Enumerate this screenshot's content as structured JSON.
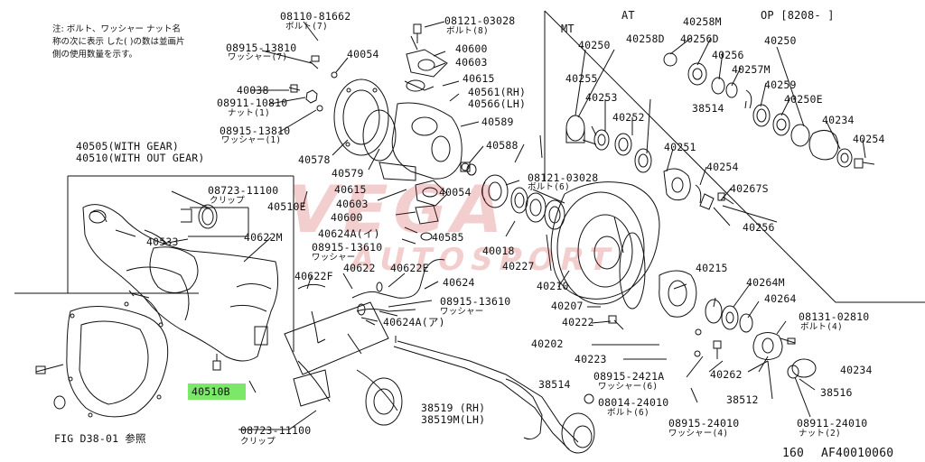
{
  "diagram": {
    "notice": "注: ボルト、ワッシャー ナット名称の次に表示 した( )の数は並画片 側の使用数量を示す。",
    "legend_at": "AT",
    "legend_mt": "MT",
    "legend_op": "OP [8208-    ]",
    "fig_ref": "FIG D38-01 参照",
    "page_number": "160",
    "drawing_code": "AF40010060",
    "highlight_color": "#7be86a",
    "watermark": {
      "line1": "VEGA",
      "line2": "AUTOSPORT"
    },
    "parts": [
      {
        "id": "p01",
        "text": "08110-81662"
      },
      {
        "id": "p02",
        "text": "ボルト(7)"
      },
      {
        "id": "p03",
        "text": "08121-03028"
      },
      {
        "id": "p04",
        "text": "ボルト(8)"
      },
      {
        "id": "p05",
        "text": "08915-13810"
      },
      {
        "id": "p06",
        "text": "ワッシャー(7)"
      },
      {
        "id": "p07",
        "text": "40054"
      },
      {
        "id": "p08",
        "text": "40600"
      },
      {
        "id": "p09",
        "text": "40603"
      },
      {
        "id": "p10",
        "text": "40615"
      },
      {
        "id": "p11",
        "text": "40038"
      },
      {
        "id": "p12",
        "text": "40561(RH)"
      },
      {
        "id": "p13",
        "text": "40566(LH)"
      },
      {
        "id": "p14",
        "text": "08911-10810"
      },
      {
        "id": "p15",
        "text": "ナット(1)"
      },
      {
        "id": "p16",
        "text": "08915-13810"
      },
      {
        "id": "p17",
        "text": "ワッシャー(1)"
      },
      {
        "id": "p18",
        "text": "40589"
      },
      {
        "id": "p19",
        "text": "40588"
      },
      {
        "id": "p20",
        "text": "40578"
      },
      {
        "id": "p21",
        "text": "40579"
      },
      {
        "id": "p22",
        "text": "40505(WITH GEAR)"
      },
      {
        "id": "p23",
        "text": "40510(WITH OUT GEAR)"
      },
      {
        "id": "p24",
        "text": "08121-03028"
      },
      {
        "id": "p25",
        "text": "ボルト(6)"
      },
      {
        "id": "p26",
        "text": "08723-11100"
      },
      {
        "id": "p27",
        "text": "クリップ"
      },
      {
        "id": "p28",
        "text": "40615"
      },
      {
        "id": "p29",
        "text": "40054"
      },
      {
        "id": "p30",
        "text": "40603"
      },
      {
        "id": "p31",
        "text": "40510E"
      },
      {
        "id": "p32",
        "text": "40600"
      },
      {
        "id": "p33",
        "text": "40624A(イ)"
      },
      {
        "id": "p34",
        "text": "40585"
      },
      {
        "id": "p35",
        "text": "40533"
      },
      {
        "id": "p36",
        "text": "40622M"
      },
      {
        "id": "p37",
        "text": "08915-13610"
      },
      {
        "id": "p38",
        "text": "ワッシャー"
      },
      {
        "id": "p39",
        "text": "40018"
      },
      {
        "id": "p40",
        "text": "40227"
      },
      {
        "id": "p41",
        "text": "40622"
      },
      {
        "id": "p42",
        "text": "40622E"
      },
      {
        "id": "p43",
        "text": "40622F"
      },
      {
        "id": "p44",
        "text": "40624"
      },
      {
        "id": "p45",
        "text": "40210"
      },
      {
        "id": "p46",
        "text": "08915-13610"
      },
      {
        "id": "p47",
        "text": "ワッシャー"
      },
      {
        "id": "p48",
        "text": "40624A(ア)"
      },
      {
        "id": "p49",
        "text": "40207"
      },
      {
        "id": "p50",
        "text": "40222"
      },
      {
        "id": "p51",
        "text": "40202"
      },
      {
        "id": "p52",
        "text": "40223"
      },
      {
        "id": "p53",
        "text": "40510B"
      },
      {
        "id": "p54",
        "text": "38514"
      },
      {
        "id": "p55",
        "text": "08915-2421A"
      },
      {
        "id": "p56",
        "text": "ワッシャー(6)"
      },
      {
        "id": "p57",
        "text": "08014-24010"
      },
      {
        "id": "p58",
        "text": "ボルト(6)"
      },
      {
        "id": "p59",
        "text": "38519 (RH)"
      },
      {
        "id": "p60",
        "text": "38519M(LH)"
      },
      {
        "id": "p61",
        "text": "08723-11100"
      },
      {
        "id": "p62",
        "text": "クリップ"
      },
      {
        "id": "p63",
        "text": "08915-24010"
      },
      {
        "id": "p64",
        "text": "ワッシャー(4)"
      },
      {
        "id": "p65",
        "text": "40258M"
      },
      {
        "id": "p66",
        "text": "40250"
      },
      {
        "id": "p67",
        "text": "40258D"
      },
      {
        "id": "p68",
        "text": "40256D"
      },
      {
        "id": "p69",
        "text": "40256"
      },
      {
        "id": "p70",
        "text": "40250"
      },
      {
        "id": "p71",
        "text": "40255"
      },
      {
        "id": "p72",
        "text": "40257M"
      },
      {
        "id": "p73",
        "text": "40259"
      },
      {
        "id": "p74",
        "text": "40253"
      },
      {
        "id": "p75",
        "text": "38514"
      },
      {
        "id": "p76",
        "text": "40250E"
      },
      {
        "id": "p77",
        "text": "40252"
      },
      {
        "id": "p78",
        "text": "40234"
      },
      {
        "id": "p79",
        "text": "40251"
      },
      {
        "id": "p80",
        "text": "40254"
      },
      {
        "id": "p81",
        "text": "40254"
      },
      {
        "id": "p82",
        "text": "40267S"
      },
      {
        "id": "p83",
        "text": "40256"
      },
      {
        "id": "p84",
        "text": "40215"
      },
      {
        "id": "p85",
        "text": "40264M"
      },
      {
        "id": "p86",
        "text": "40264"
      },
      {
        "id": "p87",
        "text": "08131-02810"
      },
      {
        "id": "p88",
        "text": "ボルト(4)"
      },
      {
        "id": "p89",
        "text": "40234"
      },
      {
        "id": "p90",
        "text": "40262"
      },
      {
        "id": "p91",
        "text": "38512"
      },
      {
        "id": "p92",
        "text": "38516"
      },
      {
        "id": "p93",
        "text": "08911-24010"
      },
      {
        "id": "p94",
        "text": "ナット(2)"
      }
    ]
  }
}
